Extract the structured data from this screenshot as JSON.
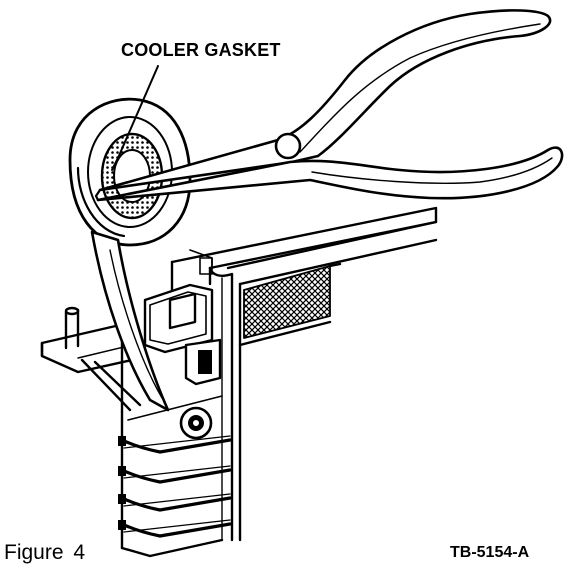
{
  "callout_label": "COOLER GASKET",
  "figure_caption": "Figure 4",
  "figure_reference": "TB-5154-A",
  "colors": {
    "ink": "#000000",
    "paper": "#ffffff",
    "shade": "#8a8a8a"
  }
}
